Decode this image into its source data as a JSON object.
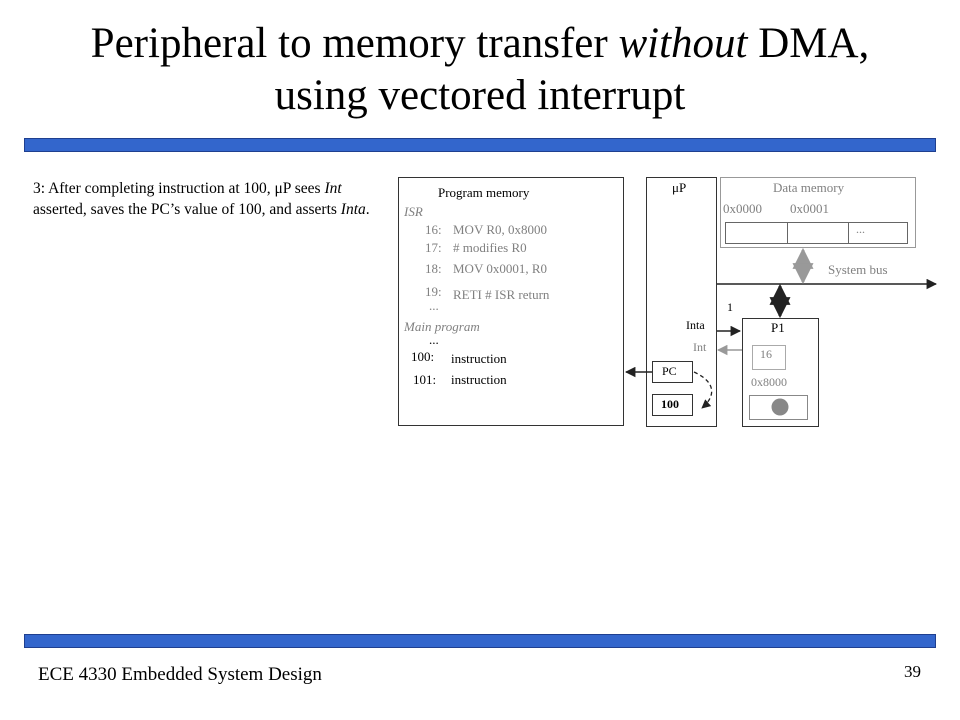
{
  "title": {
    "pre": "Peripheral to memory transfer ",
    "emph": "without",
    "post": " DMA,",
    "line2": "using vectored interrupt"
  },
  "description": {
    "p1": "3: After completing instruction at 100, ",
    "mu": "μP",
    "p2": " sees ",
    "int": "Int",
    "p3": " asserted, saves the PC’s value of 100, and asserts ",
    "inta": "Inta",
    "p4": "."
  },
  "program_memory": {
    "title": "Program memory",
    "isr_label": "ISR",
    "isr_lines": [
      {
        "addr": "16:",
        "text": "MOV R0, 0x8000"
      },
      {
        "addr": "17:",
        "text": "# modifies R0"
      },
      {
        "addr": "18:",
        "text": "MOV 0x0001, R0"
      },
      {
        "addr": "19:",
        "text": "RETI  # ISR return"
      }
    ],
    "ellipsis": "...",
    "main_label": "Main program",
    "main_lines": [
      {
        "addr": "100:",
        "text": "instruction"
      },
      {
        "addr": "101:",
        "text": "instruction"
      }
    ]
  },
  "processor": {
    "label": "μP",
    "inta": "Inta",
    "int": "Int",
    "pc_label": "PC",
    "pc_value": "100"
  },
  "data_memory": {
    "title": "Data memory",
    "addr0": "0x0000",
    "addr1": "0x0001",
    "cell_ellipsis": "...",
    "bus_label": "System bus"
  },
  "peripheral": {
    "label": "P1",
    "vector": "16",
    "address": "0x8000"
  },
  "signal_value": "1",
  "footer": {
    "course": "ECE 4330 Embedded System Design",
    "page": "39"
  },
  "colors": {
    "rule": "#3366cc",
    "gray_text": "#808080"
  }
}
